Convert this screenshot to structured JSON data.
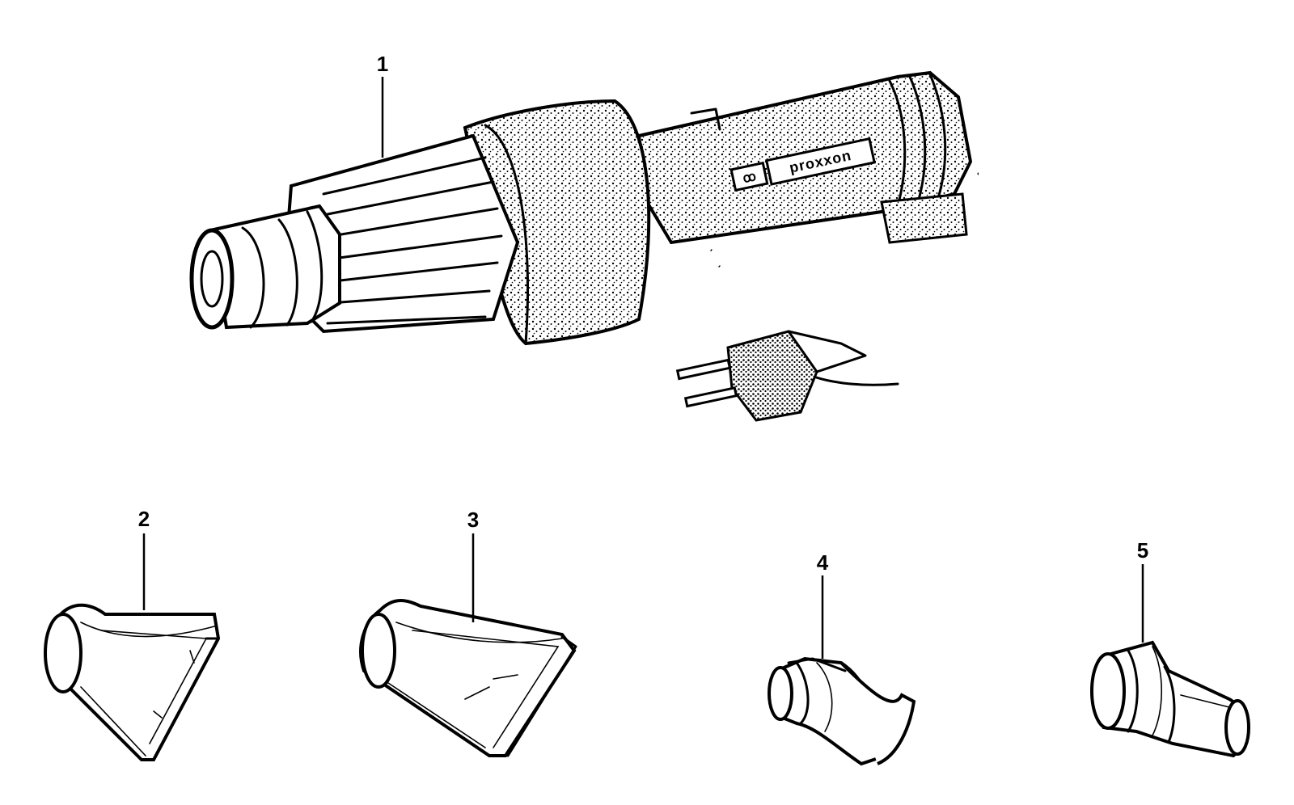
{
  "diagram": {
    "brand_mark": "ꝏ",
    "brand_text": "proxxon",
    "parts": [
      {
        "number": "1",
        "name": "heat-gun"
      },
      {
        "number": "2",
        "name": "wide-flat-nozzle"
      },
      {
        "number": "3",
        "name": "wide-slot-nozzle"
      },
      {
        "number": "4",
        "name": "reflector-nozzle"
      },
      {
        "number": "5",
        "name": "reducer-nozzle"
      }
    ]
  }
}
